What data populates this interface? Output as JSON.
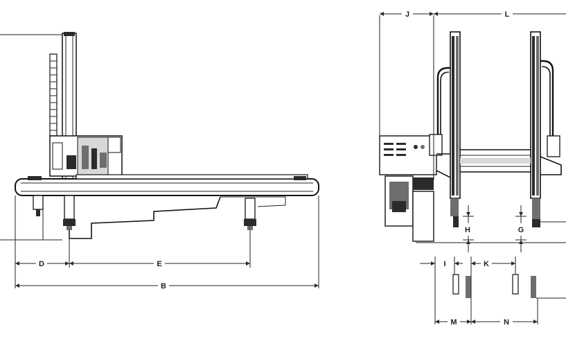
{
  "drawing": {
    "labels": {
      "B": "B",
      "D": "D",
      "E": "E",
      "G": "G",
      "H": "H",
      "I": "I",
      "J": "J",
      "K": "K",
      "L": "L",
      "M": "M",
      "N": "N"
    },
    "colors": {
      "line": "#111111",
      "shade": "#6e6e6e",
      "light": "#d8d8d8",
      "background": "#ffffff"
    }
  }
}
